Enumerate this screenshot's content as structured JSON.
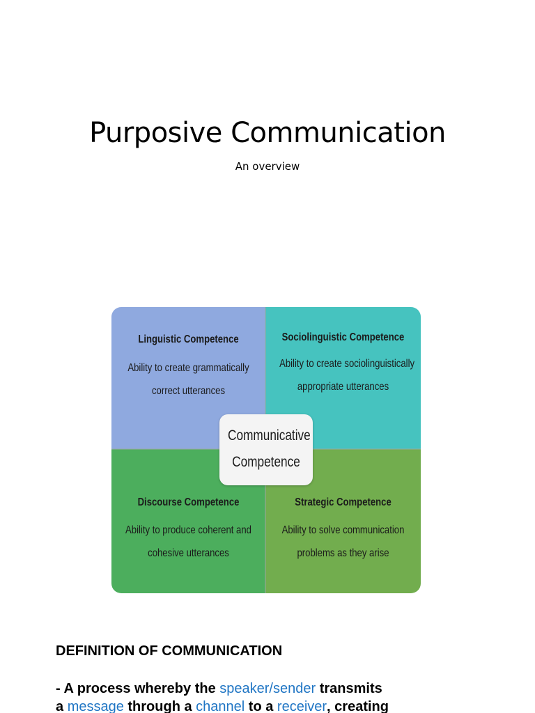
{
  "page": {
    "title": "Purposive Communication",
    "subtitle": "An overview"
  },
  "diagram": {
    "center_line1": "Communicative",
    "center_line2": "Competence",
    "quadrants": [
      {
        "title": "Linguistic Competence",
        "desc_line1": "Ability to create grammatically",
        "desc_line2": "correct utterances",
        "color": "#8fa9df"
      },
      {
        "title": "Sociolinguistic Competence",
        "desc_line1": "Ability to create sociolinguistically",
        "desc_line2": "appropriate utterances",
        "color": "#46c3bf"
      },
      {
        "title": "Discourse Competence",
        "desc_line1": "Ability to produce coherent and",
        "desc_line2": "cohesive utterances",
        "color": "#4cae5d"
      },
      {
        "title": "Strategic Competence",
        "desc_line1": "Ability to solve communication",
        "desc_line2": "problems as they arise",
        "color": "#72ad4e"
      }
    ]
  },
  "definition": {
    "heading": "DEFINITION OF COMMUNICATION",
    "line1_pre": "- A process whereby the ",
    "term_sender": "speaker/sender",
    "line1_post": " transmits",
    "line2_pre": "a ",
    "term_message": "message",
    "line2_mid1": " through a ",
    "term_channel": "channel",
    "line2_mid2": " to a ",
    "term_receiver": "receiver",
    "line2_post": ", creating",
    "highlight_color": "#1f75c4"
  }
}
